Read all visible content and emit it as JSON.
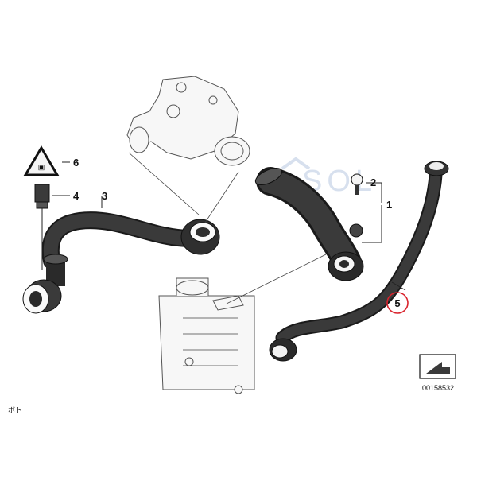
{
  "diagram": {
    "watermark": "SOL",
    "catalog_number": "00158532",
    "corner_text": "ボト",
    "callouts": [
      {
        "id": "label-1",
        "text": "1"
      },
      {
        "id": "label-2",
        "text": "2"
      },
      {
        "id": "label-3",
        "text": "3"
      },
      {
        "id": "label-4",
        "text": "4"
      },
      {
        "id": "label-5",
        "text": "5",
        "highlighted": true
      },
      {
        "id": "label-6",
        "text": "6"
      }
    ],
    "colors": {
      "highlight_ring": "#d9232d",
      "hose": "#2f2f2f",
      "watermark": "#d7e0ee"
    }
  }
}
